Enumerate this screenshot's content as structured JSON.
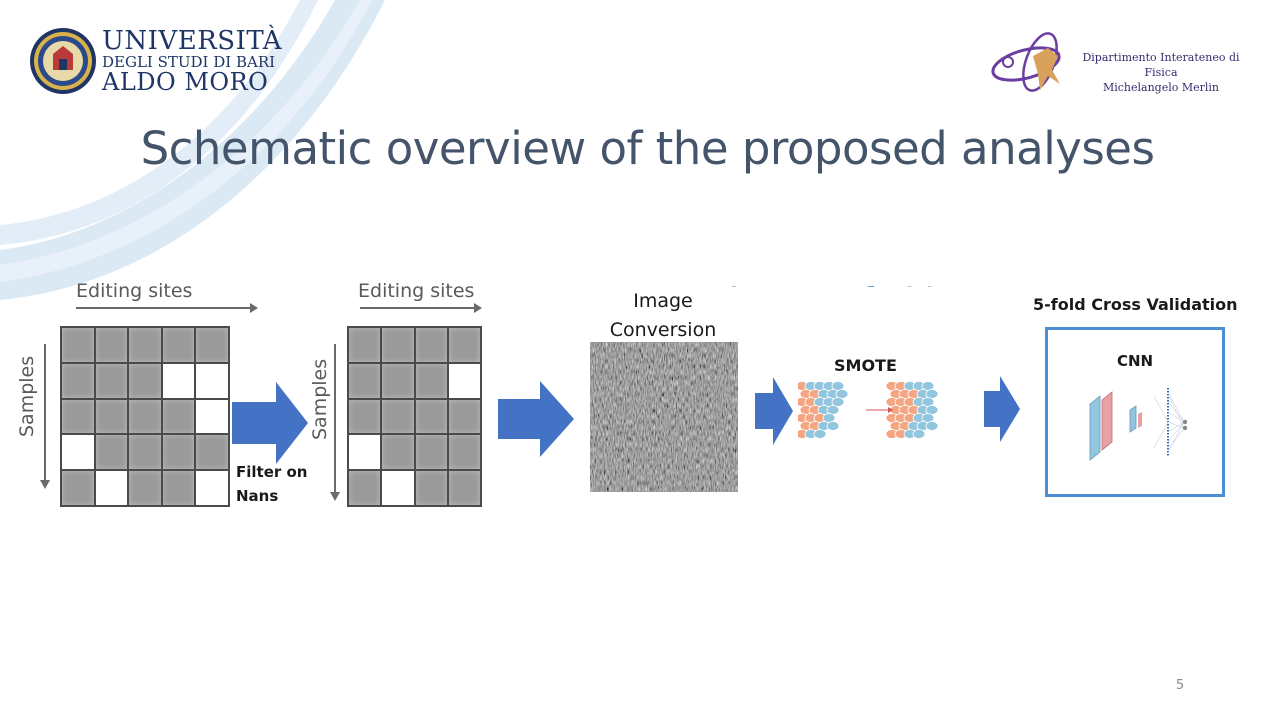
{
  "header": {
    "university": {
      "line1": "UNIVERSITÀ",
      "line2": "DEGLI STUDI DI BARI",
      "line3": "ALDO MORO",
      "seal_icon": "university-seal-icon"
    },
    "department": {
      "line1": "Dipartimento Interateneo di Fisica",
      "line2": "Michelangelo Merlin",
      "mark_icon": "physics-department-icon"
    }
  },
  "slide": {
    "title": "Schematic overview of the proposed analyses",
    "page_number": "5"
  },
  "diagram": {
    "step1": {
      "x_label": "Editing sites",
      "y_label": "Samples",
      "grid_rows": 5,
      "grid_cols": 5,
      "white_cells": [
        [
          1,
          3
        ],
        [
          1,
          4
        ],
        [
          2,
          4
        ],
        [
          3,
          0
        ],
        [
          4,
          1
        ],
        [
          4,
          4
        ]
      ]
    },
    "filter": {
      "line1": "Filter on",
      "line2": "Nans"
    },
    "step2": {
      "x_label": "Editing sites",
      "y_label": "Samples",
      "grid_rows": 5,
      "grid_cols": 4,
      "white_cells": [
        [
          1,
          3
        ],
        [
          3,
          0
        ],
        [
          4,
          1
        ]
      ]
    },
    "image_conversion": {
      "line1": "Image",
      "line2": "Conversion"
    },
    "smote": {
      "label": "SMOTE"
    },
    "cross_validation": {
      "label": "5-fold Cross Validation",
      "model": "CNN"
    }
  },
  "colors": {
    "arrow": "#4472c4",
    "title": "#44546a",
    "grid_cell": "#9a9a9a",
    "smote_orange": "#f4a582",
    "smote_blue": "#92c5de",
    "cv_border": "#4a8fd4"
  }
}
